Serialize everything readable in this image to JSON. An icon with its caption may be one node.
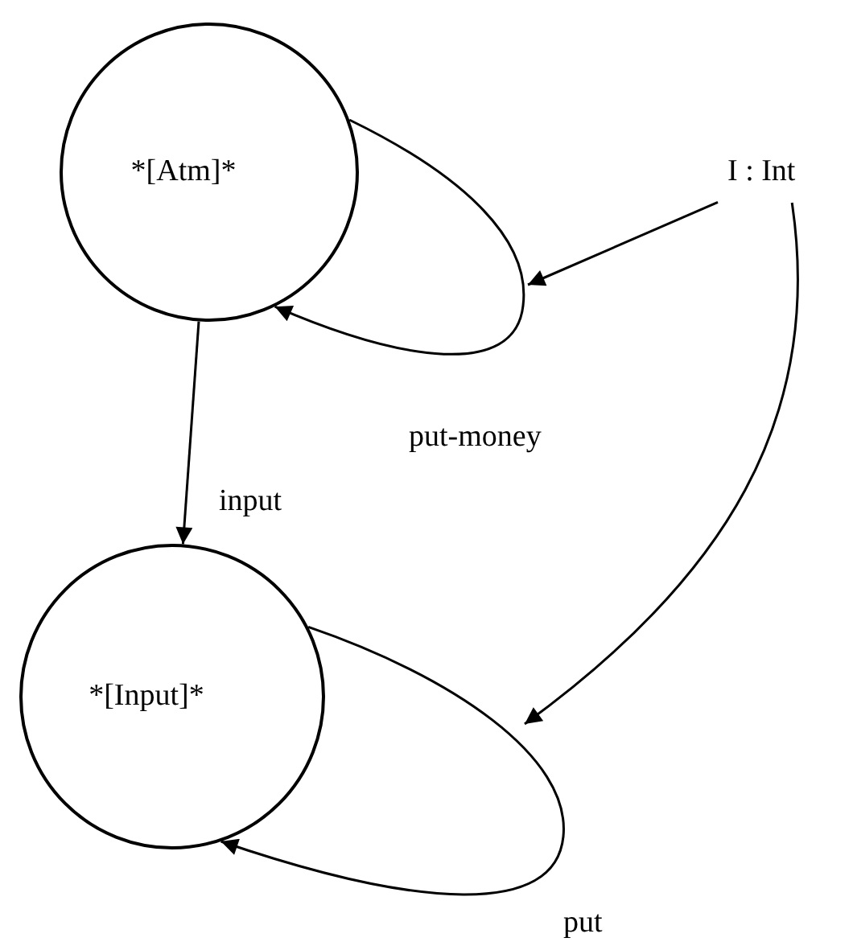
{
  "diagram": {
    "nodes": [
      {
        "text": [
          "*[Atm]*"
        ]
      },
      {
        "text": [
          "*[Input]*"
        ]
      },
      {
        "text": [
          "I : Int"
        ]
      }
    ],
    "edges": [
      {
        "from": 0,
        "to": 0,
        "arrow": "to",
        "label": "put-money"
      },
      {
        "from": 0,
        "to": 1,
        "arrow": "to",
        "label": "input"
      },
      {
        "from": 1,
        "to": 1,
        "arrow": "to",
        "label": "put"
      },
      {
        "from": 2,
        "to": null,
        "arrow": "to"
      },
      {
        "from": 2,
        "to": null,
        "arrow": "to"
      }
    ]
  }
}
